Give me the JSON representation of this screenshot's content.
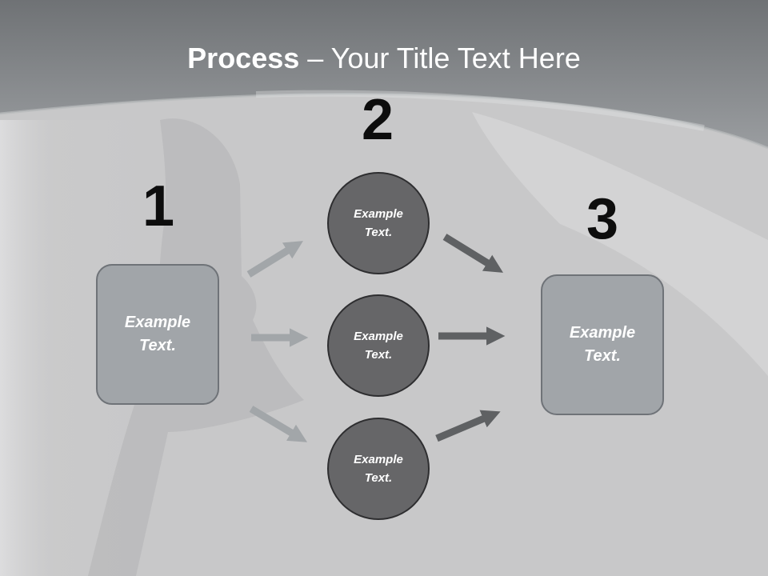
{
  "title": {
    "bold": "Process",
    "dash": " – ",
    "rest": "Your Title Text Here"
  },
  "steps": [
    {
      "number": "1",
      "text": "Example\nText."
    },
    {
      "number": "2",
      "items": [
        {
          "text": "Example\nText."
        },
        {
          "text": "Example\nText."
        },
        {
          "text": "Example\nText."
        }
      ]
    },
    {
      "number": "3",
      "text": "Example\nText."
    }
  ],
  "colors": {
    "header_band": "#86898c",
    "background": "#c8c8c9",
    "box_fill": "#a1a5a9",
    "box_border": "#6f7378",
    "circle_fill": "#666668",
    "circle_border": "#2e2e30",
    "arrow_light": "#a2a6a9",
    "arrow_dark": "#5f6163",
    "number_color": "#0d0d0d"
  }
}
